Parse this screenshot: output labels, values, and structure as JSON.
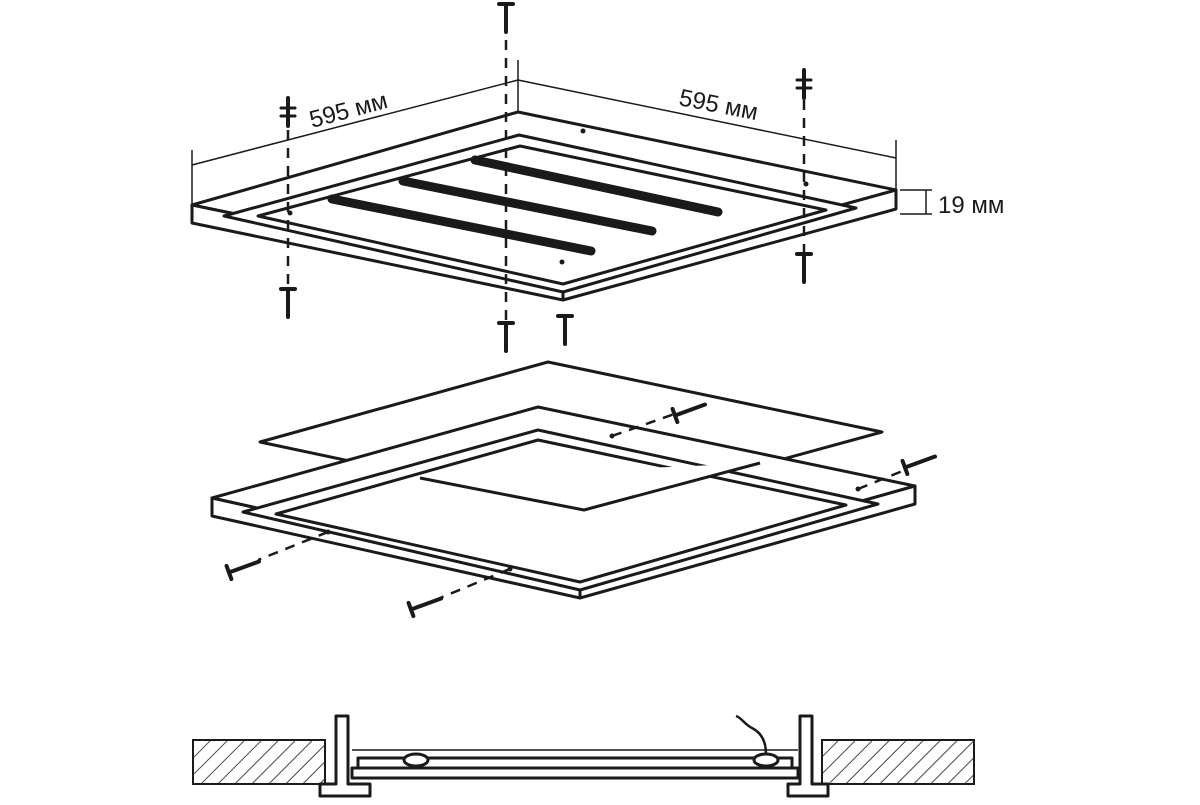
{
  "dimensions": {
    "left_width": "595 мм",
    "right_width": "595 мм",
    "height": "19 мм"
  },
  "colors": {
    "line": "#1a1a1a",
    "background": "#ffffff"
  }
}
